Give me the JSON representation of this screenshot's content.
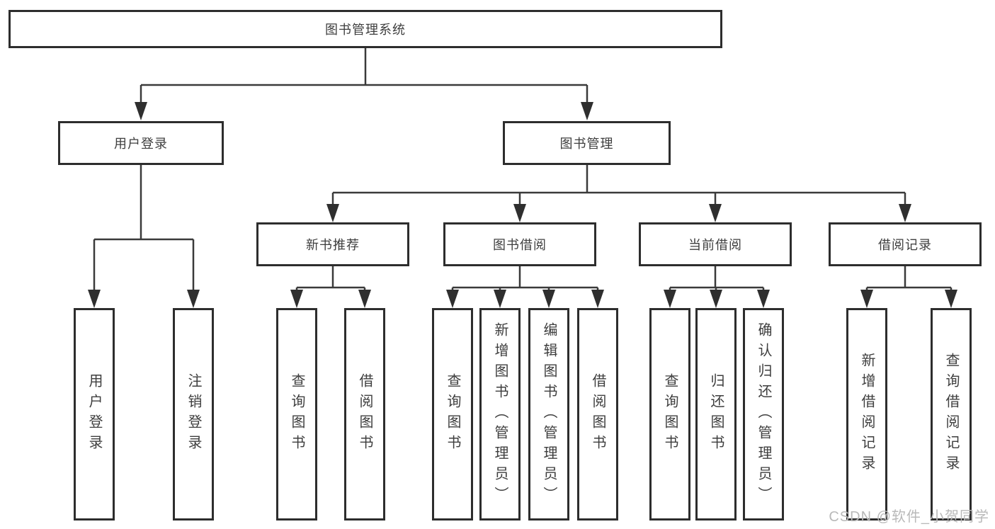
{
  "tree": {
    "label": "图书管理系统",
    "children": [
      {
        "label": "用户登录",
        "children": [
          {
            "label": "用户登录"
          },
          {
            "label": "注销登录"
          }
        ]
      },
      {
        "label": "图书管理",
        "children": [
          {
            "label": "新书推荐",
            "children": [
              {
                "label": "查询图书"
              },
              {
                "label": "借阅图书"
              }
            ]
          },
          {
            "label": "图书借阅",
            "children": [
              {
                "label": "查询图书"
              },
              {
                "label": "新增图书（管理员）"
              },
              {
                "label": "编辑图书（管理员）"
              },
              {
                "label": "借阅图书"
              }
            ]
          },
          {
            "label": "当前借阅",
            "children": [
              {
                "label": "查询图书"
              },
              {
                "label": "归还图书"
              },
              {
                "label": "确认归还（管理员）"
              }
            ]
          },
          {
            "label": "借阅记录",
            "children": [
              {
                "label": "新增借阅记录"
              },
              {
                "label": "查询借阅记录"
              }
            ]
          }
        ]
      }
    ]
  },
  "watermark": "CSDN @软件_小贺同学",
  "colors": {
    "background": "#ffffff",
    "box_border": "#2d2d2d",
    "connector_line": "#3a3a3a",
    "arrow_fill": "#2f2f2f",
    "text": "#3e3e3e",
    "watermark": "#b9b9b9"
  }
}
